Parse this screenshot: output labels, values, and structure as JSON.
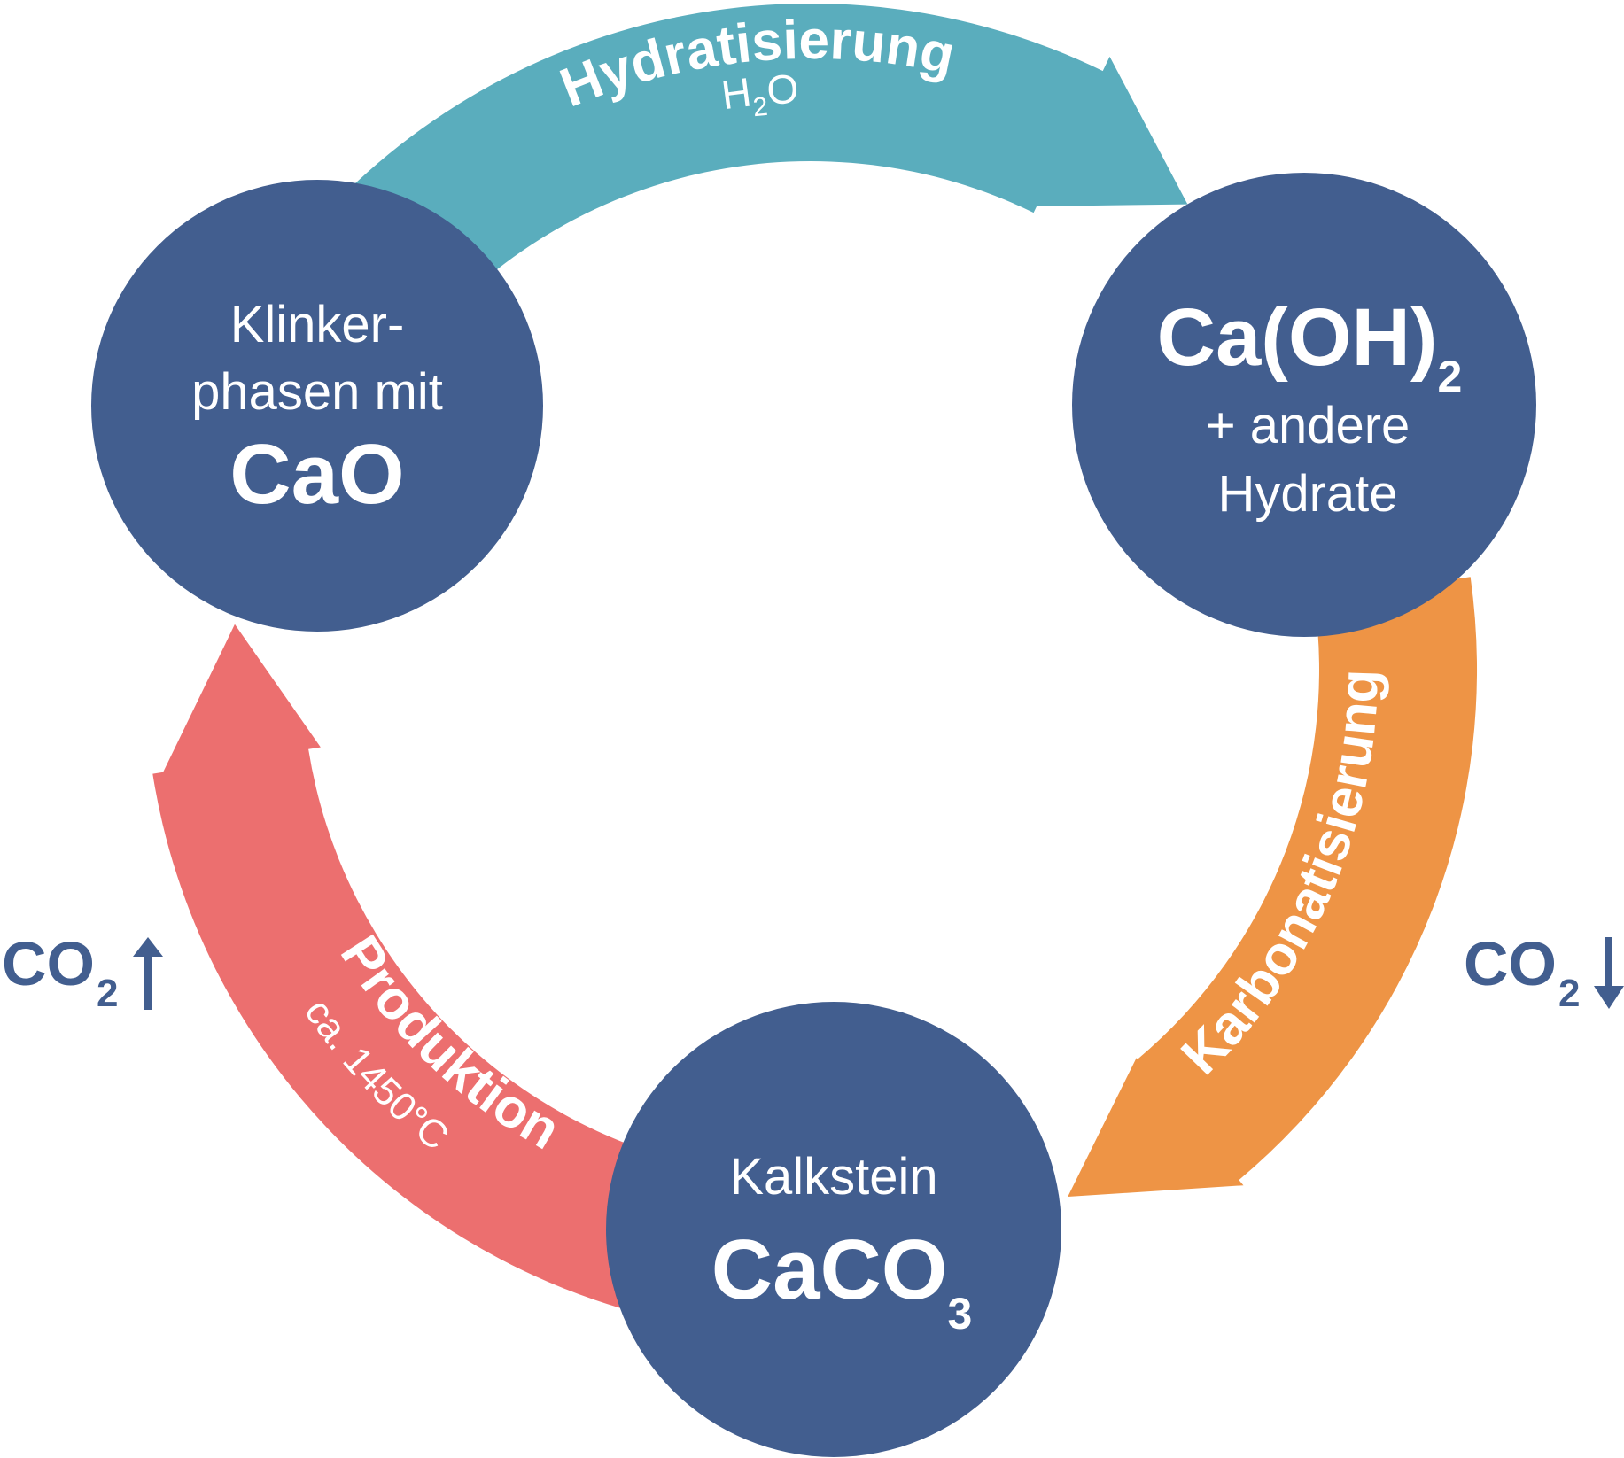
{
  "colors": {
    "node": "#425E8F",
    "hydration": "#5AADBD",
    "carbonation": "#EE9445",
    "production": "#EC6F6F",
    "co2_label": "#425E8F",
    "text_on_color": "#FFFFFF"
  },
  "nodes": {
    "clinker": {
      "line1": "Klinker-",
      "line2": "phasen mit",
      "formula": "CaO"
    },
    "hydrate": {
      "formula_main": "Ca(OH)",
      "formula_sub": "2",
      "line1": "+ andere",
      "line2": "Hydrate"
    },
    "limestone": {
      "line1": "Kalkstein",
      "formula_main": "CaCO",
      "formula_sub": "3"
    }
  },
  "arrows": {
    "hydration": {
      "label": "Hydratisierung",
      "sub_main": "H",
      "sub_index": "2",
      "sub_tail": "O"
    },
    "carbonation": {
      "label": "Karbonatisierung"
    },
    "production": {
      "label": "Produktion",
      "sub": "ca. 1450°C"
    }
  },
  "co2": {
    "left": {
      "main": "CO",
      "index": "2",
      "direction": "up"
    },
    "right": {
      "main": "CO",
      "index": "2",
      "direction": "down"
    }
  }
}
